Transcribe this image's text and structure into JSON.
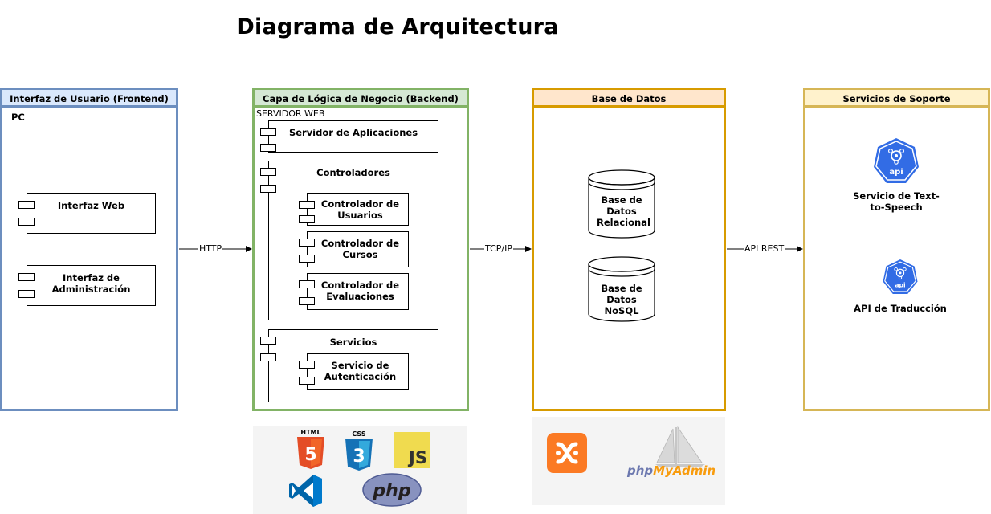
{
  "title": "Diagrama de Arquitectura",
  "frontend": {
    "header": "Interfaz de Usuario (Frontend)",
    "node": "PC",
    "components": [
      "Interfaz Web",
      "Interfaz de Administración"
    ]
  },
  "backend": {
    "header": "Capa de Lógica de Negocio (Backend)",
    "node": "SERVIDOR WEB",
    "app_server": "Servidor de Aplicaciones",
    "controllers_group": "Controladores",
    "controllers": [
      "Controlador de Usuarios",
      "Controlador de Cursos",
      "Controlador de Evaluaciones"
    ],
    "services_group": "Servicios",
    "services": [
      "Servicio de Autenticación"
    ]
  },
  "database": {
    "header": "Base de Datos",
    "dbs": [
      "Base de Datos Relacional",
      "Base de Datos NoSQL"
    ]
  },
  "support": {
    "header": "Servicios de Soporte",
    "services": [
      "Servicio de Text-to-Speech",
      "API de Traducción"
    ],
    "icon_text": "api"
  },
  "connections": [
    "HTTP",
    "TCP/IP",
    "API REST"
  ],
  "logos": {
    "html": "HTML",
    "html_num": "5",
    "css": "CSS",
    "css_num": "3",
    "js": "JS",
    "php": "php",
    "pma_php": "php",
    "pma_my": "MyAdmin"
  },
  "colors": {
    "frontend_border": "#6C8EBF",
    "frontend_head": "#DAE8FC",
    "backend_border": "#82B366",
    "backend_head": "#D5E8D4",
    "db_border": "#D79B00",
    "db_head": "#FFE6CC",
    "support_border": "#D6B656",
    "support_head": "#FFF2CC"
  }
}
